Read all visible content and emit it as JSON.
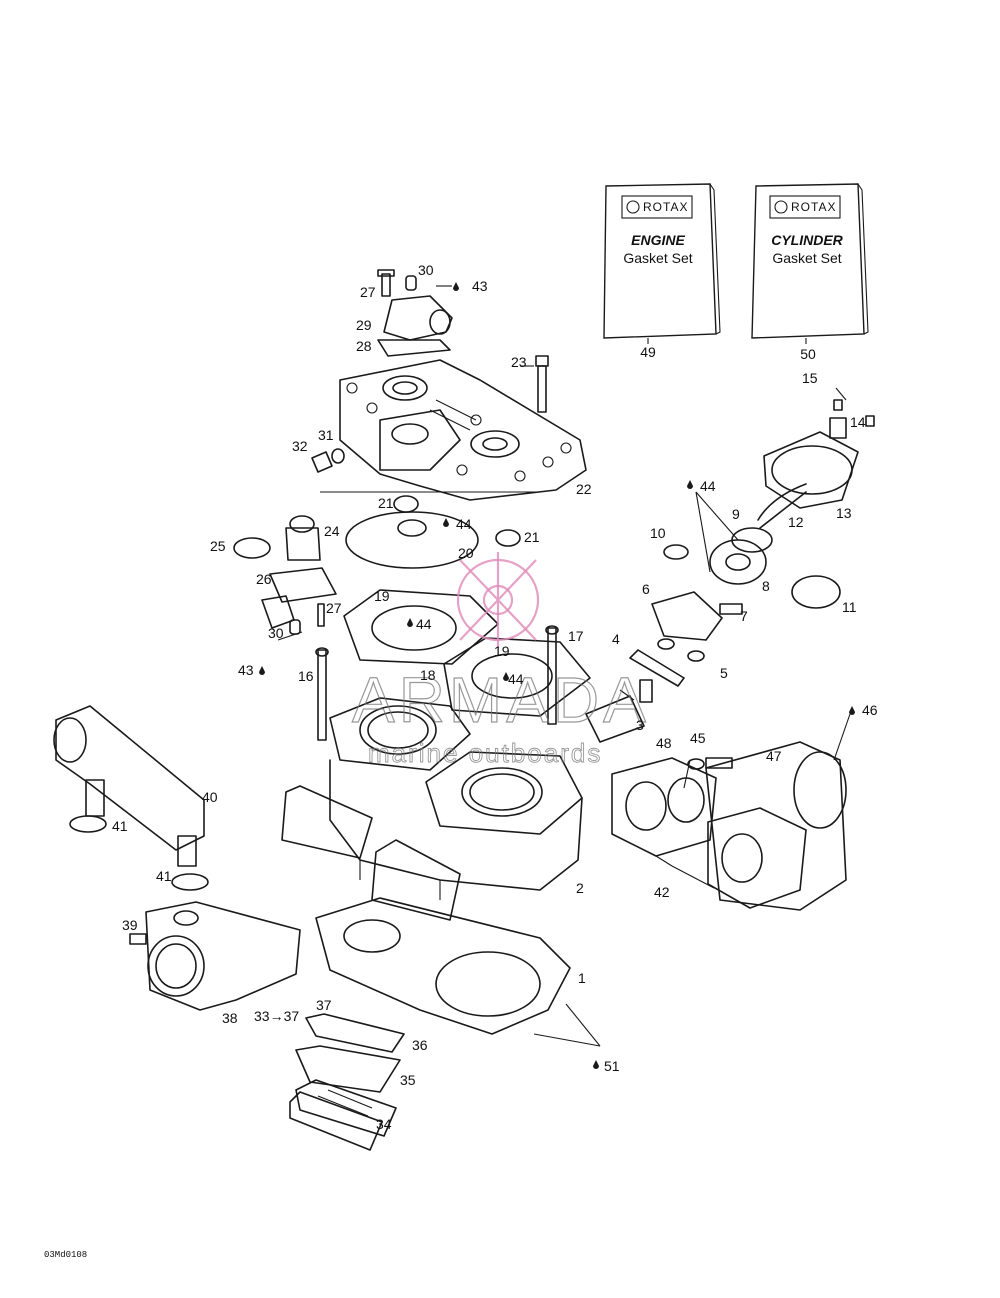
{
  "books": [
    {
      "brand": "ROTAX",
      "title": "ENGINE",
      "subtitle": "Gasket Set",
      "number": "49"
    },
    {
      "brand": "ROTAX",
      "title": "CYLINDER",
      "subtitle": "Gasket Set",
      "number": "50"
    }
  ],
  "watermark": {
    "name": "ARMADA",
    "tagline": "marine outboards"
  },
  "figure_code": "03Md0108",
  "callouts": [
    {
      "text": "30"
    },
    {
      "text": "27"
    },
    {
      "text": "43"
    },
    {
      "text": "29"
    },
    {
      "text": "28"
    },
    {
      "text": "23"
    },
    {
      "text": "32"
    },
    {
      "text": "31"
    },
    {
      "text": "22"
    },
    {
      "text": "21"
    },
    {
      "text": "44"
    },
    {
      "text": "24"
    },
    {
      "text": "25"
    },
    {
      "text": "21"
    },
    {
      "text": "20"
    },
    {
      "text": "26"
    },
    {
      "text": "19"
    },
    {
      "text": "27"
    },
    {
      "text": "44"
    },
    {
      "text": "17"
    },
    {
      "text": "30"
    },
    {
      "text": "19"
    },
    {
      "text": "43"
    },
    {
      "text": "18"
    },
    {
      "text": "16"
    },
    {
      "text": "44"
    },
    {
      "text": "15"
    },
    {
      "text": "14"
    },
    {
      "text": "44"
    },
    {
      "text": "13"
    },
    {
      "text": "9"
    },
    {
      "text": "12"
    },
    {
      "text": "10"
    },
    {
      "text": "8"
    },
    {
      "text": "11"
    },
    {
      "text": "6"
    },
    {
      "text": "7"
    },
    {
      "text": "4"
    },
    {
      "text": "5"
    },
    {
      "text": "3"
    },
    {
      "text": "46"
    },
    {
      "text": "45"
    },
    {
      "text": "48"
    },
    {
      "text": "47"
    },
    {
      "text": "40"
    },
    {
      "text": "41"
    },
    {
      "text": "41"
    },
    {
      "text": "2"
    },
    {
      "text": "42"
    },
    {
      "text": "39"
    },
    {
      "text": "1"
    },
    {
      "text": "38"
    },
    {
      "text": "33→37"
    },
    {
      "text": "37"
    },
    {
      "text": "36"
    },
    {
      "text": "35"
    },
    {
      "text": "51"
    },
    {
      "text": "34"
    }
  ]
}
